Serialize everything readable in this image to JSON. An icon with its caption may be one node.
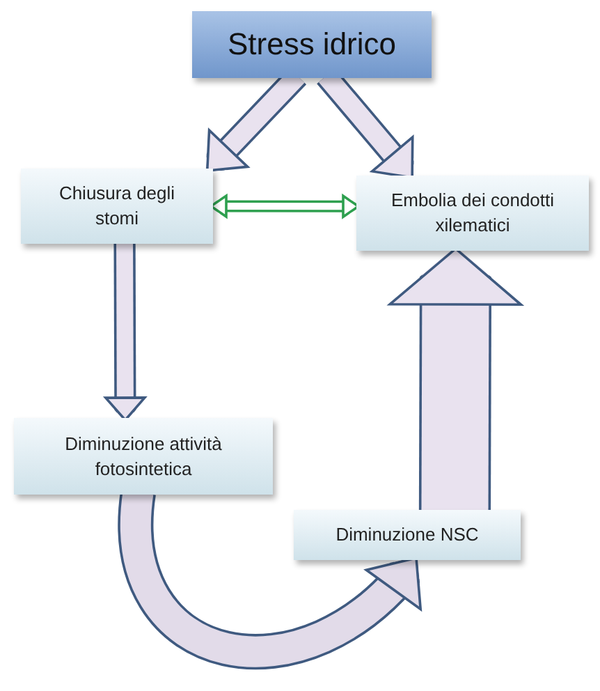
{
  "diagram": {
    "nodes": [
      {
        "text": [
          "Stress idrico"
        ]
      },
      {
        "text": [
          "Chiusura degli stomi"
        ]
      },
      {
        "text": [
          "Embolia dei condotti xilematici"
        ]
      },
      {
        "text": [
          "Diminuzione attività fotosintetica"
        ]
      },
      {
        "text": [
          "Diminuzione NSC"
        ]
      }
    ],
    "edges": [
      {
        "from": 0,
        "to": 1,
        "arrow": "to"
      },
      {
        "from": 0,
        "to": 2,
        "arrow": "to"
      },
      {
        "from": 1,
        "to": 2,
        "arrow": "both",
        "color": "#2ea04f"
      },
      {
        "from": 1,
        "to": 3,
        "arrow": "to"
      },
      {
        "from": 3,
        "to": 4,
        "arrow": "to"
      },
      {
        "from": 4,
        "to": 2,
        "arrow": "to",
        "style": "thick"
      }
    ]
  }
}
